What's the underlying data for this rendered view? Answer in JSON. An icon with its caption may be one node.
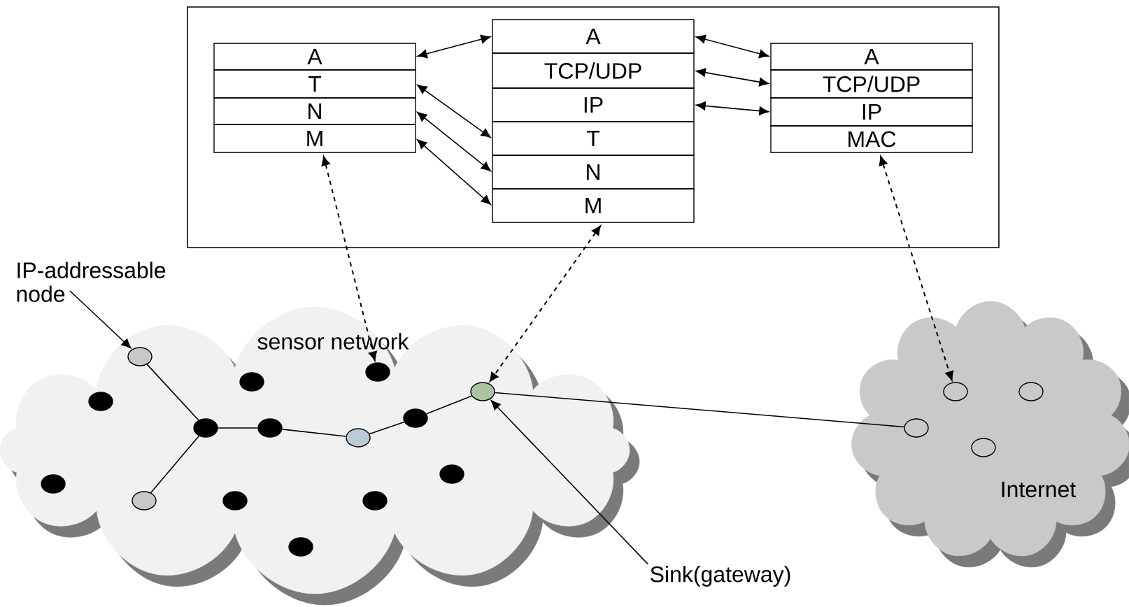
{
  "diagram": {
    "nodes": [
      {
        "text": [],
        "shape": "box"
      },
      {
        "text": [
          "A"
        ],
        "in": 0
      },
      {
        "text": [
          "T"
        ],
        "in": 0
      },
      {
        "text": [
          "N"
        ],
        "in": 0
      },
      {
        "text": [
          "M"
        ],
        "in": 0
      },
      {
        "text": [
          "A"
        ],
        "in": 0
      },
      {
        "text": [
          "TCP/UDP"
        ],
        "in": 0
      },
      {
        "text": [
          "IP"
        ],
        "in": 0
      },
      {
        "text": [
          "T"
        ],
        "in": 0
      },
      {
        "text": [
          "N"
        ],
        "in": 0
      },
      {
        "text": [
          "M"
        ],
        "in": 0
      },
      {
        "text": [
          "A"
        ],
        "in": 0
      },
      {
        "text": [
          "TCP/UDP"
        ],
        "in": 0
      },
      {
        "text": [
          "IP"
        ],
        "in": 0
      },
      {
        "text": [
          "MAC"
        ],
        "in": 0
      },
      {
        "text": [
          "IP-addressable node"
        ]
      },
      {
        "text": [
          "sensor network"
        ]
      },
      {
        "text": [],
        "shape": "circle",
        "in": 16
      },
      {
        "text": [],
        "shape": "circle",
        "in": 16
      },
      {
        "text": [],
        "shape": "circle",
        "in": 16
      },
      {
        "text": [],
        "shape": "circle",
        "in": 16
      },
      {
        "text": [],
        "shape": "circle",
        "in": 16
      },
      {
        "text": [],
        "shape": "circle",
        "in": 16
      },
      {
        "text": [],
        "shape": "circle",
        "in": 16
      },
      {
        "text": [],
        "shape": "circle",
        "in": 16
      },
      {
        "text": [],
        "shape": "circle",
        "in": 16
      },
      {
        "text": [],
        "shape": "circle",
        "in": 16
      },
      {
        "text": [],
        "shape": "circle",
        "in": 16
      },
      {
        "text": [],
        "shape": "circle",
        "in": 16
      },
      {
        "text": [],
        "shape": "circle",
        "in": 16
      },
      {
        "text": [],
        "shape": "circle",
        "in": 16
      },
      {
        "text": [],
        "shape": "circle",
        "in": 16
      },
      {
        "text": [
          "Sink(gateway)"
        ]
      },
      {
        "text": [
          "Internet"
        ]
      },
      {
        "text": [],
        "shape": "circle",
        "in": 33
      },
      {
        "text": [],
        "shape": "circle",
        "in": 33
      },
      {
        "text": [],
        "shape": "circle",
        "in": 33
      },
      {
        "text": [],
        "shape": "circle",
        "in": 33
      }
    ],
    "edges": [
      {
        "from": 1,
        "to": 5,
        "arrow": "both"
      },
      {
        "from": 2,
        "to": 8,
        "arrow": "both"
      },
      {
        "from": 3,
        "to": 9,
        "arrow": "both"
      },
      {
        "from": 4,
        "to": 10,
        "arrow": "both"
      },
      {
        "from": 5,
        "to": 11,
        "arrow": "both"
      },
      {
        "from": 6,
        "to": 12,
        "arrow": "both"
      },
      {
        "from": 7,
        "to": 13,
        "arrow": "both"
      },
      {
        "from": 4,
        "to": 28,
        "arrow": "both",
        "style": "dashed"
      },
      {
        "from": 10,
        "to": 31,
        "arrow": "both",
        "style": "dashed"
      },
      {
        "from": 14,
        "to": 35,
        "arrow": "both",
        "style": "dashed"
      },
      {
        "from": 19,
        "to": 21,
        "arrow": "none"
      },
      {
        "from": 21,
        "to": 24,
        "arrow": "none"
      },
      {
        "from": 24,
        "to": 26,
        "arrow": "none"
      },
      {
        "from": 26,
        "to": 29,
        "arrow": "none"
      },
      {
        "from": 29,
        "to": 31,
        "arrow": "none"
      },
      {
        "from": 21,
        "to": 20,
        "arrow": "none"
      },
      {
        "from": 31,
        "to": 34,
        "arrow": "none"
      },
      {
        "from": 15,
        "to": 19,
        "arrow": "to"
      },
      {
        "from": 32,
        "to": 31,
        "arrow": "to"
      }
    ]
  }
}
